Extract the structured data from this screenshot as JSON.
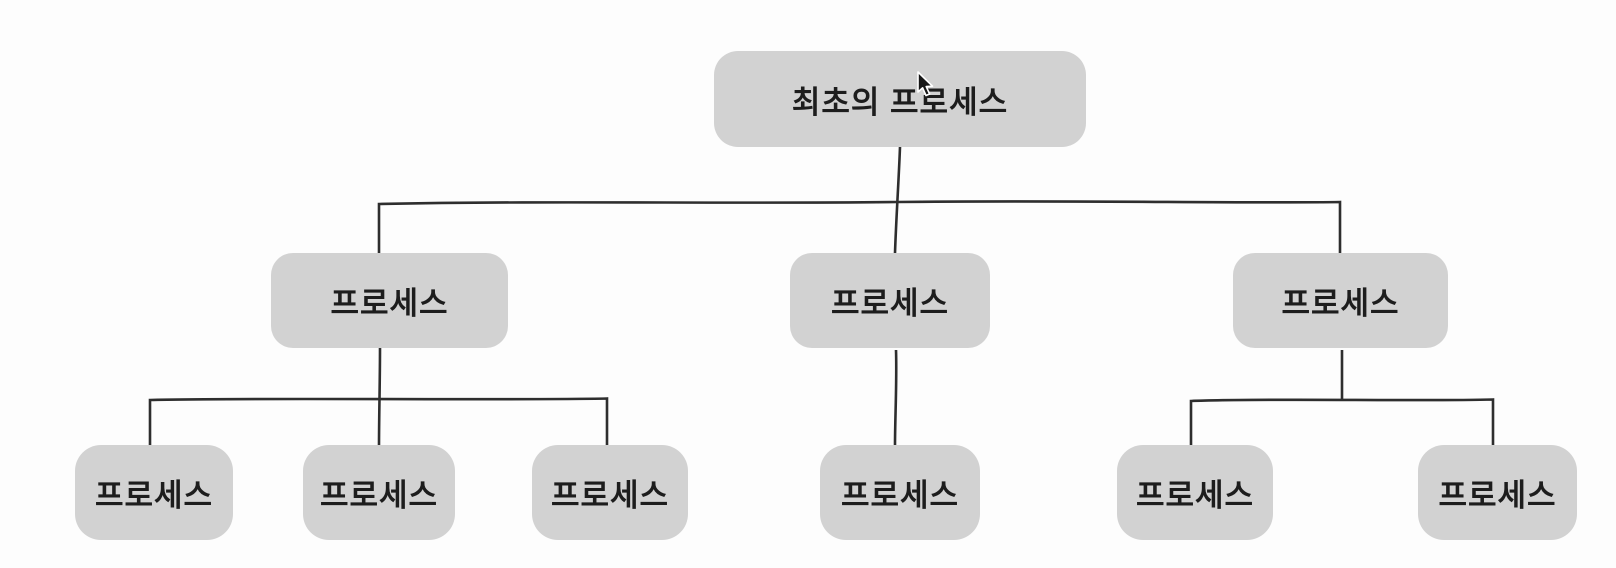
{
  "colors": {
    "bg": "#fdfdfd",
    "node_fill": "#d2d2d2",
    "node_text": "#1d1d1d",
    "line_color": "#2e2e2e"
  },
  "diagram": {
    "type": "tree",
    "root": {
      "label": "최초의 프로세스",
      "children": [
        {
          "label": "프로세스",
          "children": [
            {
              "label": "프로세스"
            },
            {
              "label": "프로세스"
            },
            {
              "label": "프로세스"
            }
          ]
        },
        {
          "label": "프로세스",
          "children": [
            {
              "label": "프로세스"
            }
          ]
        },
        {
          "label": "프로세스",
          "children": [
            {
              "label": "프로세스"
            },
            {
              "label": "프로세스"
            }
          ]
        }
      ]
    }
  },
  "cursor": {
    "shape": "arrow-pointer"
  }
}
